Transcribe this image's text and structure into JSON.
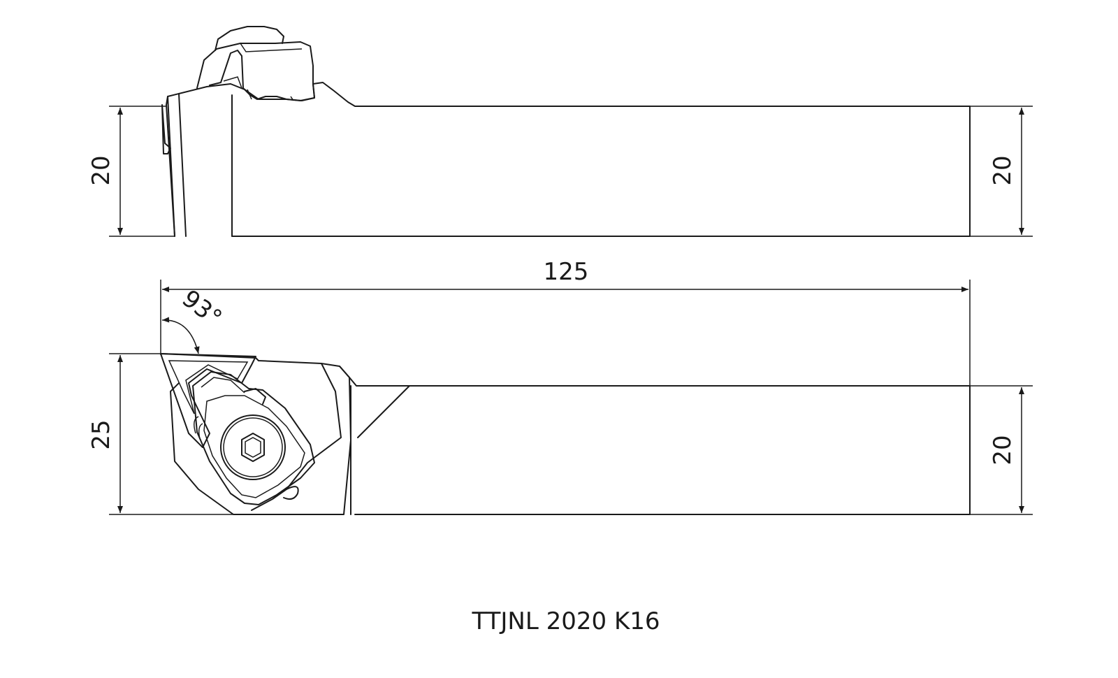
{
  "part_number": "TTJNL 2020 K16",
  "dimensions": {
    "side_view_height_left": "20",
    "side_view_height_right": "20",
    "overall_length": "125",
    "approach_angle": "93°",
    "top_view_head_width": "25",
    "top_view_shank_width": "20"
  },
  "colors": {
    "line": "#1a1a1a",
    "background": "#ffffff"
  }
}
